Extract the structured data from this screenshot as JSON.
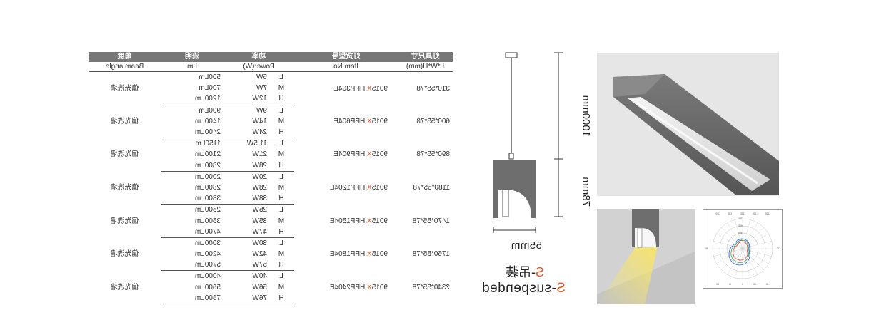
{
  "table": {
    "headers_cn": [
      "灯具尺寸",
      "灯货型号",
      "功率",
      "流明",
      "角度"
    ],
    "headers_en": [
      "L*W*H(mm)",
      "Item No",
      "Power(W)",
      "Lm",
      "Beam angle"
    ],
    "groups": [
      {
        "size": "310*55*78",
        "model_prefix": "9015",
        "model_x": "X",
        "model_suffix": ".HPP304E",
        "angle": "偏光洗墙",
        "rows": [
          {
            "level": "L",
            "power": "5W",
            "lumen": "500Lm"
          },
          {
            "level": "M",
            "power": "7W",
            "lumen": "700Lm"
          },
          {
            "level": "H",
            "power": "12W",
            "lumen": "1200Lm"
          }
        ]
      },
      {
        "size": "600*55*78",
        "model_prefix": "9015",
        "model_x": "X",
        "model_suffix": ".HPP604E",
        "angle": "偏光洗墙",
        "rows": [
          {
            "level": "L",
            "power": "9W",
            "lumen": "900Lm"
          },
          {
            "level": "M",
            "power": "14W",
            "lumen": "1400Lm"
          },
          {
            "level": "H",
            "power": "24W",
            "lumen": "2400Lm"
          }
        ]
      },
      {
        "size": "890*55*78",
        "model_prefix": "9015",
        "model_x": "X",
        "model_suffix": ".HPP904E",
        "angle": "偏光洗墙",
        "rows": [
          {
            "level": "L",
            "power": "11.5W",
            "lumen": "1150Lm"
          },
          {
            "level": "M",
            "power": "21W",
            "lumen": "2100Lm"
          },
          {
            "level": "H",
            "power": "28W",
            "lumen": "2800Lm"
          }
        ]
      },
      {
        "size": "1180*55*78",
        "model_prefix": "9015",
        "model_x": "X",
        "model_suffix": ".HPP1204E",
        "angle": "偏光洗墙",
        "rows": [
          {
            "level": "L",
            "power": "20W",
            "lumen": "2000Lm"
          },
          {
            "level": "M",
            "power": "28W",
            "lumen": "2800Lm"
          },
          {
            "level": "H",
            "power": "38W",
            "lumen": "3800Lm"
          }
        ]
      },
      {
        "size": "1470*55*78",
        "model_prefix": "9015",
        "model_x": "X",
        "model_suffix": ".HPP1504E",
        "angle": "偏光洗墙",
        "rows": [
          {
            "level": "L",
            "power": "25W",
            "lumen": "2500Lm"
          },
          {
            "level": "M",
            "power": "35W",
            "lumen": "3500Lm"
          },
          {
            "level": "H",
            "power": "47W",
            "lumen": "4700Lm"
          }
        ]
      },
      {
        "size": "1760*55*78",
        "model_prefix": "9015",
        "model_x": "X",
        "model_suffix": ".HPP1804E",
        "angle": "偏光洗墙",
        "rows": [
          {
            "level": "L",
            "power": "30W",
            "lumen": "3000Lm"
          },
          {
            "level": "M",
            "power": "42W",
            "lumen": "4200Lm"
          },
          {
            "level": "H",
            "power": "57W",
            "lumen": "5700Lm"
          }
        ]
      },
      {
        "size": "2340*55*78",
        "model_prefix": "9015",
        "model_x": "X",
        "model_suffix": ".HPP2404E",
        "angle": "偏光洗墙",
        "rows": [
          {
            "level": "L",
            "power": "40W",
            "lumen": "4000Lm"
          },
          {
            "level": "M",
            "power": "56W",
            "lumen": "5600Lm"
          },
          {
            "level": "H",
            "power": "76W",
            "lumen": "7600Lm"
          }
        ]
      }
    ]
  },
  "drawing": {
    "dim_length": "1000mm",
    "dim_height": "78mm",
    "dim_width": "55mm",
    "install_prefix": "S",
    "install_cn": "-吊装",
    "install_en": "-suspended"
  },
  "polar": {
    "labels_top": [
      "-120",
      "-150",
      "180",
      "150",
      "120"
    ],
    "labels_side": [
      "-90",
      "90"
    ],
    "labels_bottom": [
      "-60",
      "-30",
      "0",
      "30",
      "60"
    ],
    "scale": [
      "300",
      "450",
      "600",
      "750"
    ]
  },
  "colors": {
    "header_bg": "#777777",
    "model_x": "#e05a2a",
    "fixture_body": "#6e6e6e",
    "light_beam": "#f7e46a"
  }
}
